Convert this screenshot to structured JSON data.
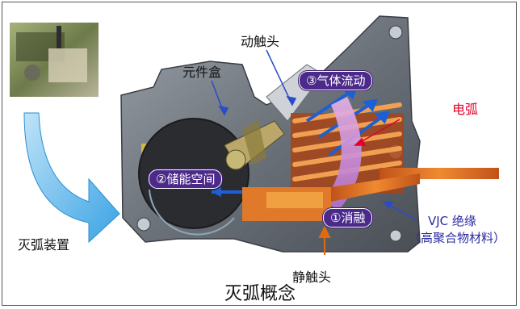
{
  "labels": {
    "component_box": "元件盒",
    "moving_contact": "动触头",
    "arc": "电弧",
    "arc_device": "灭弧装置",
    "static_contact": "静触头",
    "vjc_line1": "VJC 绝缘",
    "vjc_line2": "（高聚合物材料）"
  },
  "pills": {
    "gas_flow": "③气体流动",
    "energy_space": "②储能空间",
    "fusion": "①消融"
  },
  "title": "灭弧概念",
  "colors": {
    "pill_bg": "#4b2a8a",
    "arc_red": "#e0002a",
    "arrow_blue": "#1d5fd6",
    "big_arrow": "#5ab4ec",
    "vjc_blue": "#2a2aa0"
  }
}
